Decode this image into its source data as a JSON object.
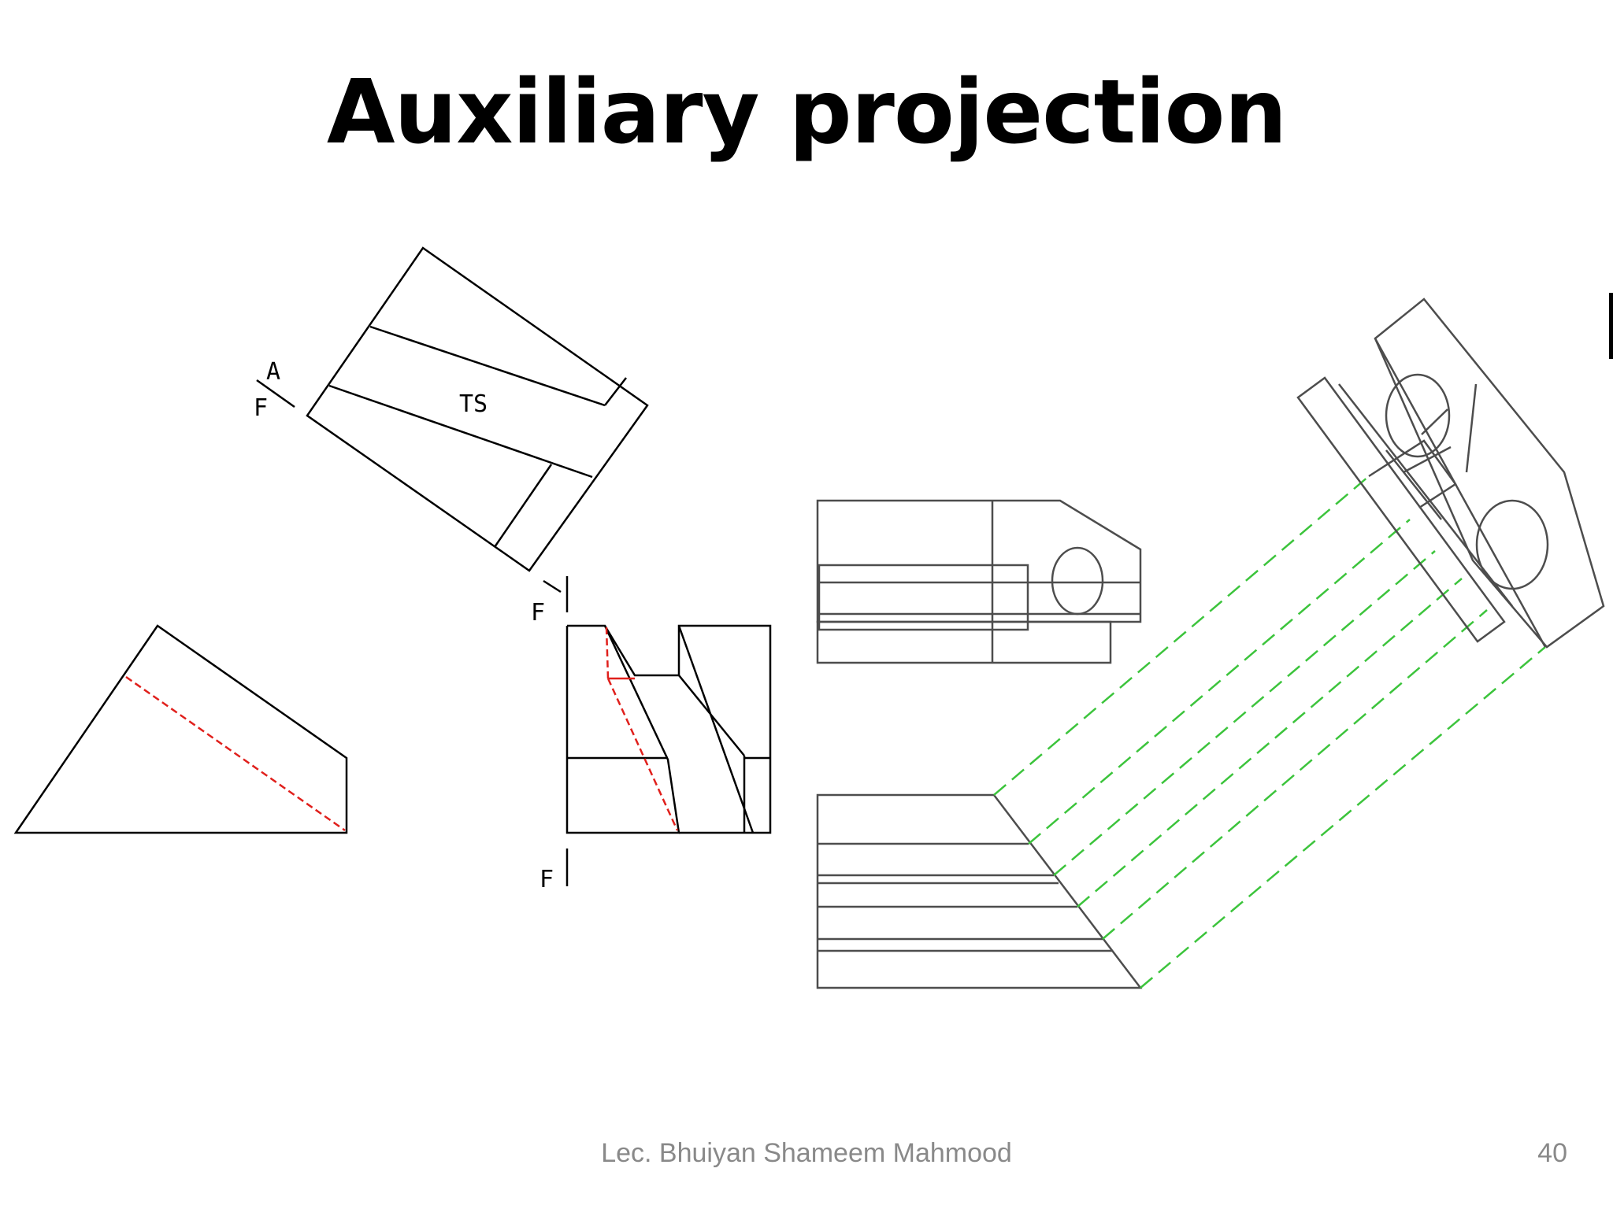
{
  "title": "Auxiliary projection",
  "labels": {
    "a": "A",
    "f_top": "F",
    "ts": "TS",
    "f_mid": "F",
    "f_bottom": "F"
  },
  "footer": {
    "author": "Lec. Bhuiyan Shameem Mahmood",
    "page": "40"
  },
  "colors": {
    "line": "#000000",
    "hidden": "#e0201c",
    "projector": "#3cc43c",
    "view_stroke": "#4d4d4d",
    "footer_text": "#898989"
  }
}
